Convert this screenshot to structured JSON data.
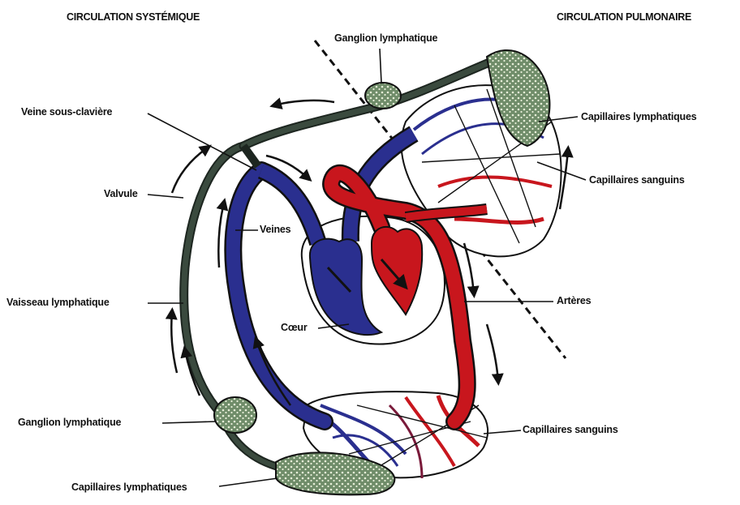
{
  "headers": {
    "left": "CIRCULATION SYSTÉMIQUE",
    "right": "CIRCULATION PULMONAIRE"
  },
  "labels": {
    "ganglion_top": "Ganglion lymphatique",
    "veine_sous_claviere": "Veine sous-clavière",
    "valvule": "Valvule",
    "veines": "Veines",
    "vaisseau_lymphatique": "Vaisseau lymphatique",
    "coeur": "Cœur",
    "ganglion_bottom": "Ganglion lymphatique",
    "capillaires_lymph_bottom": "Capillaires lymphatiques",
    "capillaires_lymph_top": "Capillaires lymphatiques",
    "capillaires_sanguins_top": "Capillaires sanguins",
    "arteres": "Artères",
    "capillaires_sanguins_bottom": "Capillaires sanguins"
  },
  "colors": {
    "venous_blue": "#2a2f8f",
    "arterial_red": "#c8161d",
    "lymph_green": "#3a4a3e",
    "node_fill": "#7d9a76",
    "outline": "#111111"
  }
}
